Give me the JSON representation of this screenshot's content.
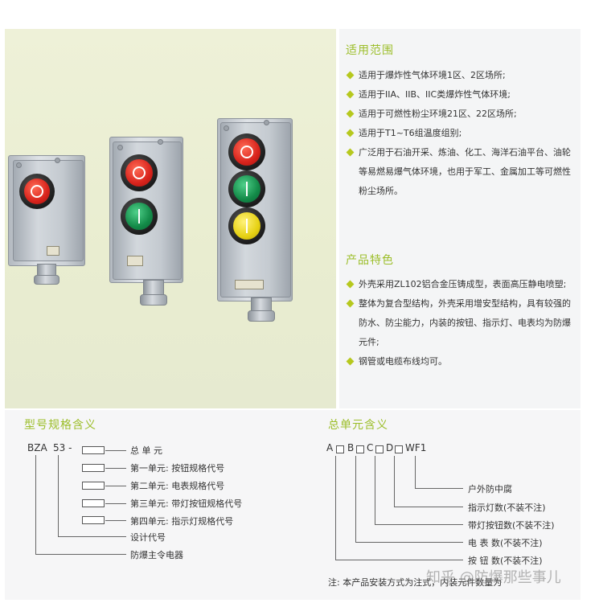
{
  "applicable": {
    "heading": "适用范围",
    "items": [
      "适用于爆炸性气体环境1区、2区场所;",
      "适用于IIA、IIB、IIC类爆炸性气体环境;",
      "适用于可燃性粉尘环境21区、22区场所;",
      "适用于T1~T6组温度组别;",
      "广泛用于石油开采、炼油、化工、海洋石油平台、油轮等易燃易爆气体环境，也用于军工、金属加工等可燃性粉尘场所。"
    ]
  },
  "features": {
    "heading": "产品特色",
    "items": [
      "外壳采用ZL102铝合金压铸成型，表面高压静电喷塑;",
      "整体为复合型结构，外壳采用增安型结构，具有较强的防水、防尘能力，内装的按钮、指示灯、电表均为防爆元件;",
      "钢管或电缆布线均可。"
    ]
  },
  "model": {
    "heading": "型号规格含义",
    "code_bza": "BZA",
    "code_53": "53 -",
    "labels": {
      "total": "总 单 元",
      "unit1": "第一单元:  按钮规格代号",
      "unit2": "第二单元:  电表规格代号",
      "unit3": "第三单元:  带灯按钮规格代号",
      "unit4": "第四单元:  指示灯规格代号",
      "design": "设计代号",
      "product": "防爆主令电器"
    }
  },
  "total_unit": {
    "heading": "总单元含义",
    "codes": {
      "a": "A",
      "b": "B",
      "c": "C",
      "d": "D",
      "wf": "WF1"
    },
    "labels": {
      "outdoor": "户外防中腐",
      "indicator": "指示灯数(不装不注)",
      "lamp_button": "带灯按钮数(不装不注)",
      "meter": "电 表  数(不装不注)",
      "button": "按  钮  数(不装不注)"
    },
    "note": "注: 本产品安装方式为注式，内装元件数量为"
  },
  "watermark": "知乎 @防爆那些事儿",
  "colors": {
    "accent": "#9cbe2a",
    "bullet": "#b6c81e",
    "red": "#d8231c",
    "green": "#138a48",
    "yellow": "#e6d113"
  }
}
